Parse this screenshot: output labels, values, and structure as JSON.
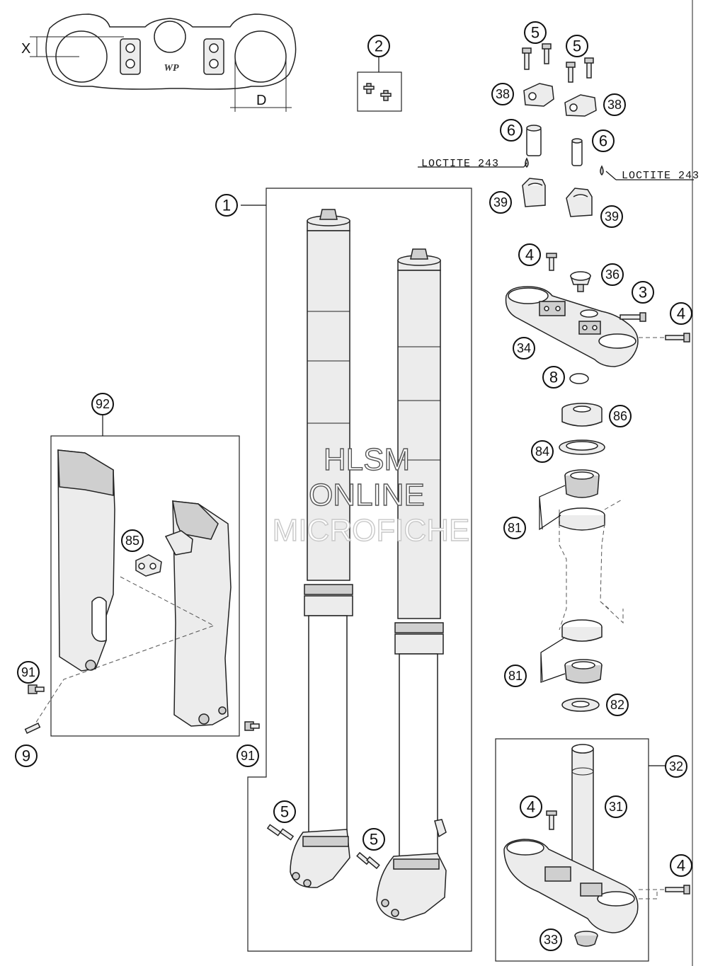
{
  "callouts": {
    "c1": "1",
    "c2": "2",
    "c3": "3",
    "c4a": "4",
    "c4b": "4",
    "c4c": "4",
    "c4d": "4",
    "c5a": "5",
    "c5b": "5",
    "c5c": "5",
    "c5d": "5",
    "c6a": "6",
    "c6b": "6",
    "c8": "8",
    "c9": "9",
    "c31": "31",
    "c32": "32",
    "c33": "33",
    "c34": "34",
    "c36": "36",
    "c38a": "38",
    "c38b": "38",
    "c39a": "39",
    "c39b": "39",
    "c81a": "81",
    "c81b": "81",
    "c82": "82",
    "c84": "84",
    "c85": "85",
    "c86": "86",
    "c91a": "91",
    "c91b": "91",
    "c92": "92"
  },
  "notes": {
    "loctite_left": "LOCTITE 243",
    "loctite_right": "LOCTITE 243"
  },
  "dimensions": {
    "x_label": "X",
    "d_label": "D"
  },
  "watermark": {
    "line1": "HLSM",
    "line2": "ONLINE",
    "line3": "MICROFICHE"
  },
  "clamp_logo": "WP"
}
